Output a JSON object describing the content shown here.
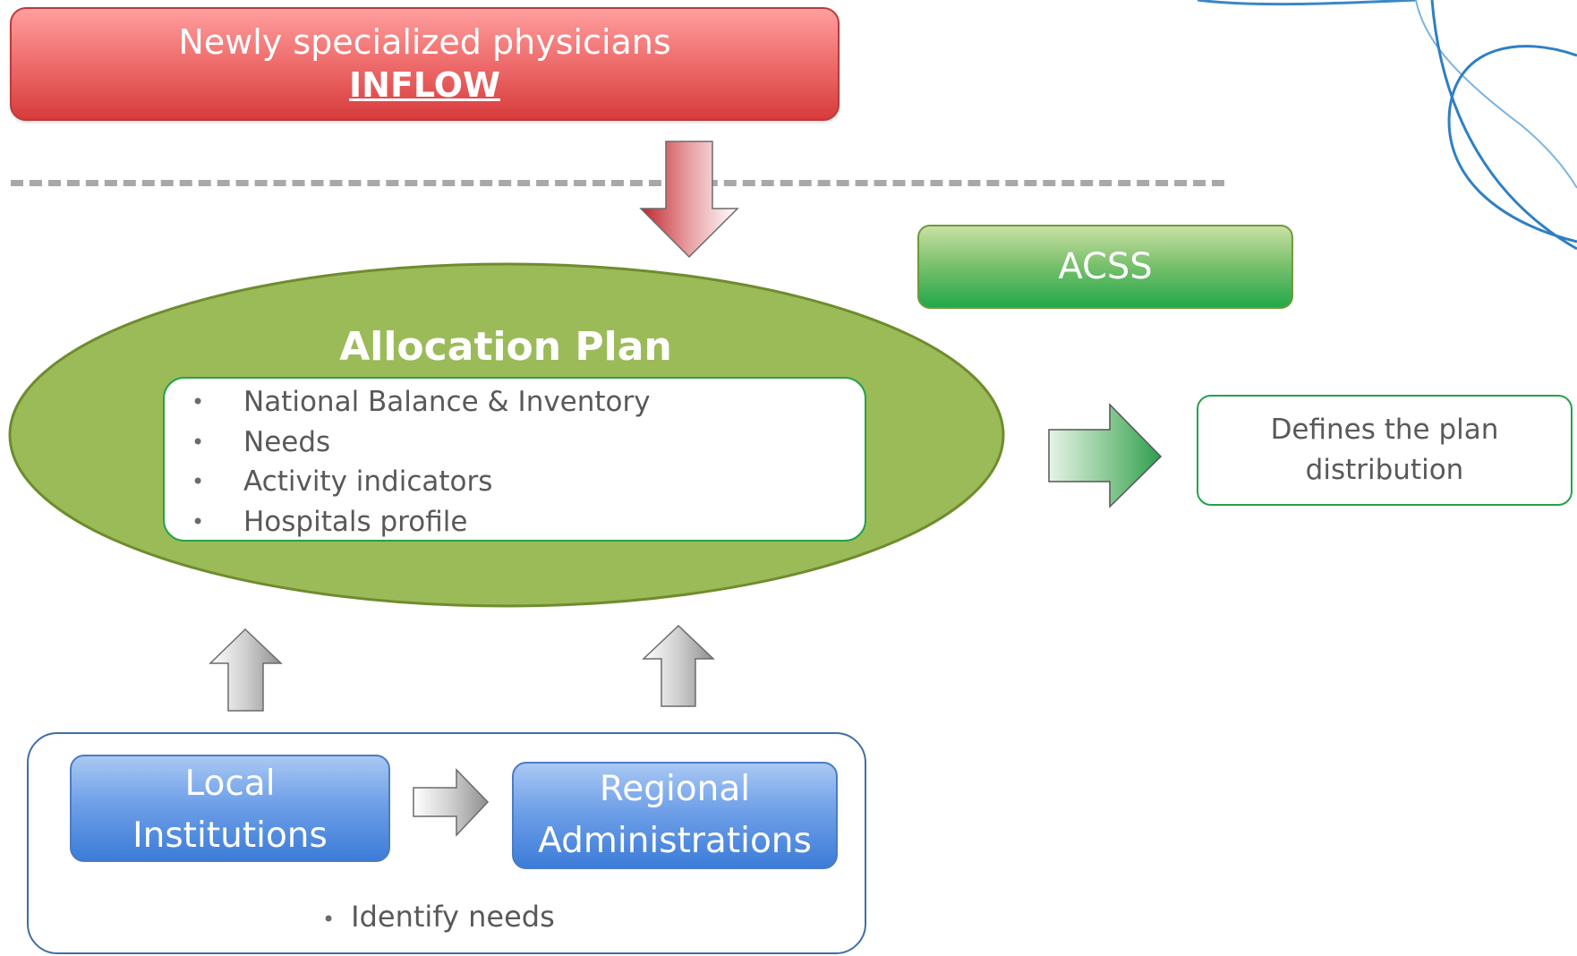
{
  "inflow": {
    "line1": "Newly specialized physicians",
    "line2": "INFLOW"
  },
  "acss": {
    "label": "ACSS"
  },
  "allocation_plan": {
    "title": "Allocation Plan",
    "items": [
      "National Balance & Inventory",
      "Needs",
      "Activity indicators",
      "Hospitals profile"
    ],
    "bullet": "•"
  },
  "defines": {
    "line1": "Defines the plan",
    "line2": "distribution"
  },
  "sources": {
    "local_line1": "Local",
    "local_line2": "Institutions",
    "regional_line1": "Regional",
    "regional_line2": "Administrations",
    "note": "Identify needs",
    "bullet": "•"
  },
  "colors": {
    "inflow": "#e05050",
    "ellipse_fill": "#9bbb59",
    "ellipse_border": "#6f8c2e",
    "acss": "#3cb554",
    "blue": "#5b8ee0",
    "green_outline": "#24a24a",
    "separator": "#a8a8a8"
  }
}
